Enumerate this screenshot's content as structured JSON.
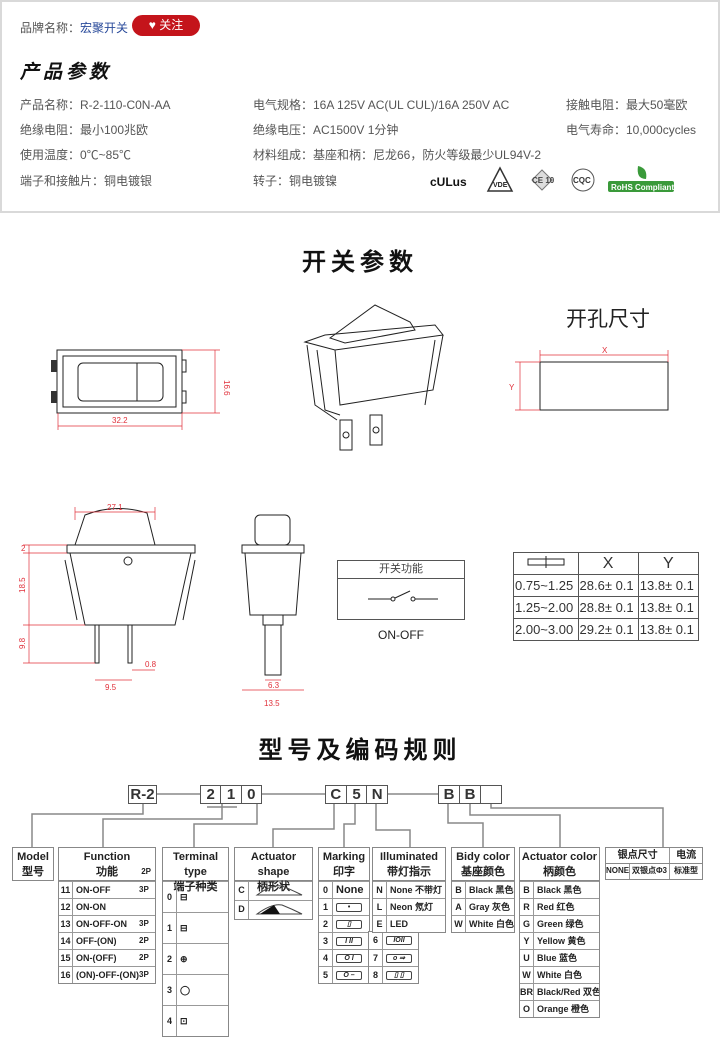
{
  "brand": {
    "label": "品牌名称：",
    "value": "宏聚开关",
    "follow": "关注"
  },
  "params_title": "产品参数",
  "params": [
    [
      "产品名称：R-2-110-C0N-AA",
      "电气规格：16A  125V  AC(UL CUL)/16A 250V  AC",
      "接触电阻：最大50毫欧"
    ],
    [
      "绝缘电阻：最小100兆欧",
      "绝缘电压：AC1500V 1分钟",
      "电气寿命：10,000cycles"
    ],
    [
      "使用温度：0℃~85℃",
      "材料组成：基座和柄：尼龙66，防火等级最少UL94V-2",
      ""
    ],
    [
      "端子和接触片：铜电镀银",
      "转子：铜电镀镍",
      ""
    ]
  ],
  "cert_logos": [
    "cULus",
    "VDE",
    "CE 10",
    "CQC",
    "RoHS Compliant"
  ],
  "switch_title": "开关参数",
  "hole_title": "开孔尺寸",
  "dims": {
    "width": "32.2",
    "height": "16.6",
    "x": "X",
    "y": "Y",
    "top": "27.1",
    "a": "2",
    "b": "18.5",
    "c": "9.8",
    "d": "9.5",
    "e": "0.8",
    "f": "6.3",
    "g": "13.5"
  },
  "function_box": {
    "title": "开关功能",
    "caption": "ON-OFF"
  },
  "hole_table": {
    "headers": [
      "X",
      "Y"
    ],
    "rows": [
      [
        "0.75~1.25",
        "28.6± 0.1",
        "13.8± 0.1"
      ],
      [
        "1.25~2.00",
        "28.8± 0.1",
        "13.8± 0.1"
      ],
      [
        "2.00~3.00",
        "29.2± 0.1",
        "13.8± 0.1"
      ]
    ]
  },
  "code_title": "型号及编码规则",
  "code": {
    "g1": [
      "R-2"
    ],
    "g2": [
      "2",
      "1",
      "0"
    ],
    "g3": [
      "C",
      "5",
      "N"
    ],
    "g4": [
      "B",
      "B",
      ""
    ]
  },
  "model": {
    "en": "Model",
    "cn": "型号"
  },
  "function": {
    "en": "Function",
    "cn": "功能",
    "top_pole": "2P",
    "rows": [
      [
        "11",
        "ON-OFF",
        "3P"
      ],
      [
        "12",
        "ON-ON",
        ""
      ],
      [
        "13",
        "ON-OFF-ON",
        "3P"
      ],
      [
        "14",
        "OFF-(ON)",
        "2P"
      ],
      [
        "15",
        "ON-(OFF)",
        "2P"
      ],
      [
        "16",
        "(ON)-OFF-(ON)",
        "3P"
      ]
    ]
  },
  "terminal": {
    "en": "Terminal type",
    "cn": "端子种类",
    "rows": [
      "0",
      "1",
      "2",
      "3",
      "4"
    ]
  },
  "actuator_shape": {
    "en": "Actuator shape",
    "cn": "柄形状",
    "rows": [
      "C",
      "D"
    ]
  },
  "marking": {
    "en": "Marking",
    "cn": "印字",
    "none": "None",
    "rows": [
      "0",
      "1",
      "2",
      "3",
      "4",
      "5"
    ],
    "extra": [
      "6",
      "7",
      "8"
    ]
  },
  "illuminated": {
    "en": "Illuminated",
    "cn": "带灯指示",
    "rows": [
      [
        "N",
        "None 不带灯"
      ],
      [
        "L",
        "Neon 氖灯"
      ],
      [
        "E",
        "LED"
      ]
    ]
  },
  "body_color": {
    "en": "Bidy color",
    "cn": "基座颜色",
    "rows": [
      [
        "B",
        "Black  黑色"
      ],
      [
        "A",
        "Gray 灰色"
      ],
      [
        "W",
        "White 白色"
      ]
    ]
  },
  "actuator_color": {
    "en": "Actuator color",
    "cn": "柄颜色",
    "rows": [
      [
        "B",
        "Black 黑色"
      ],
      [
        "R",
        "Red 红色"
      ],
      [
        "G",
        "Green 绿色"
      ],
      [
        "Y",
        "Yellow 黄色"
      ],
      [
        "U",
        "Blue 蓝色"
      ],
      [
        "W",
        "White 白色"
      ],
      [
        "BR",
        "Black/Red 双色"
      ],
      [
        "O",
        "Orange 橙色"
      ]
    ]
  },
  "silver": {
    "h1": "银点尺寸",
    "h2": "电流",
    "c1": "NONE",
    "c2": "双银点Φ3",
    "c3": "标准型"
  },
  "colors": {
    "accent": "#c4141b",
    "dim": "#e0303a",
    "link": "#2a4b9b"
  }
}
